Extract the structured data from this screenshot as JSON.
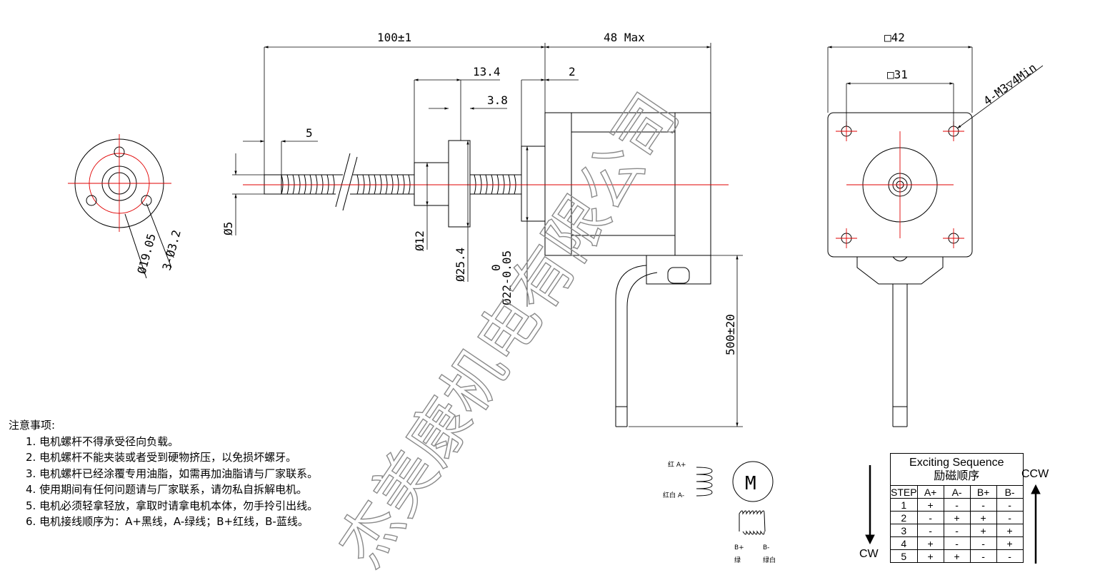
{
  "dimensions": {
    "overall_length": "100±1",
    "body_length": "48 Max",
    "flange_from_nut": "13.4",
    "nut_flange_thickness": "3.8",
    "pilot_height": "2",
    "screw_end": "5",
    "screw_dia": "Ø5",
    "nut_dia": "Ø12",
    "nut_flange_dia": "Ø25.4",
    "pilot_dia": "Ø22-0.05",
    "pilot_tol_upper": "0",
    "pcd": "Ø19.05",
    "nut_holes": "3-Ø3.2",
    "lead_length": "500±20",
    "frame_size": "□42",
    "hole_spacing": "□31",
    "mount_holes": "4-M3▽4Min"
  },
  "wiring": {
    "a_plus": "红 A+",
    "a_minus": "红白 A-",
    "b_plus": "B+",
    "b_plus_color": "绿",
    "b_minus": "B-",
    "b_minus_color": "绿白",
    "motor": "M"
  },
  "notes": {
    "title": "注意事项:",
    "items": [
      "1. 电机螺杆不得承受径向负载。",
      "2. 电机螺杆不能夹装或者受到硬物挤压，以免损坏螺牙。",
      "3. 电机螺杆已经涂覆专用油脂，如需再加油脂请与厂家联系。",
      "4. 使用期间有任何问题请与厂家联系，请勿私自拆解电机。",
      "5. 电机必须轻拿轻放，拿取时请拿电机本体，勿手拎引出线。",
      "6. 电机接线顺序为：A+黑线，A-绿线；B+红线，B-蓝线。"
    ]
  },
  "sequence": {
    "title_en": "Exciting Sequence",
    "title_cn": "励磁顺序",
    "headers": [
      "STEP",
      "A+",
      "A-",
      "B+",
      "B-"
    ],
    "rows": [
      [
        "1",
        "+",
        "-",
        "-",
        "-"
      ],
      [
        "2",
        "-",
        "+",
        "+",
        "-"
      ],
      [
        "3",
        "-",
        "-",
        "+",
        "+"
      ],
      [
        "4",
        "+",
        "-",
        "-",
        "+"
      ],
      [
        "5",
        "+",
        "+",
        "-",
        "-"
      ]
    ],
    "cw": "CW",
    "ccw": "CCW"
  },
  "watermark": "杰美康机电有限公司",
  "colors": {
    "centerline": "#e00000",
    "line": "#000000",
    "watermark": "#8a8a8a"
  }
}
